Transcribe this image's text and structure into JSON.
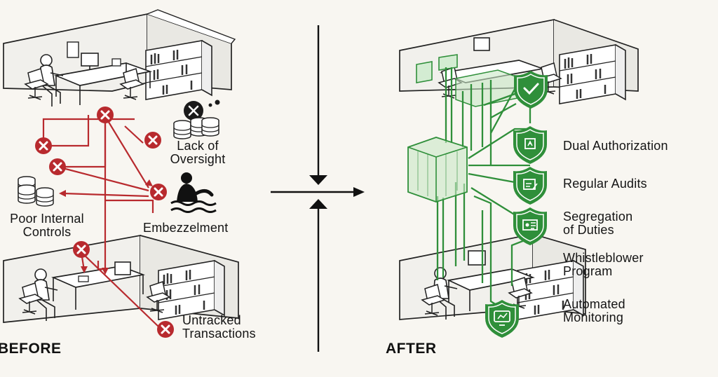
{
  "before": {
    "heading": "BEFORE",
    "issues": [
      {
        "label": "Lack of\nOversight"
      },
      {
        "label": "Poor Internal\nControls"
      },
      {
        "label": "Embezzelment"
      },
      {
        "label": "Untracked\nTransactions"
      }
    ]
  },
  "after": {
    "heading": "AFTER",
    "controls": [
      {
        "label": "Dual Authorization"
      },
      {
        "label": "Regular Audits"
      },
      {
        "label": "Segregation\nof Duties"
      },
      {
        "label": "Whistleblower\nProgram"
      },
      {
        "label": "Automated\nMonitoring"
      }
    ]
  },
  "colors": {
    "problem_red": "#b82a2e",
    "control_green": "#2f8f3a",
    "ink": "#1a1a1a",
    "background": "#f8f6f1"
  },
  "icons": [
    "x-mark-icon",
    "shield-check-icon",
    "shield-document-icon",
    "shield-monitor-icon",
    "coins-stack-icon",
    "drowning-person-icon",
    "desk-icon",
    "chair-icon",
    "bookshelf-icon",
    "monitor-icon"
  ]
}
